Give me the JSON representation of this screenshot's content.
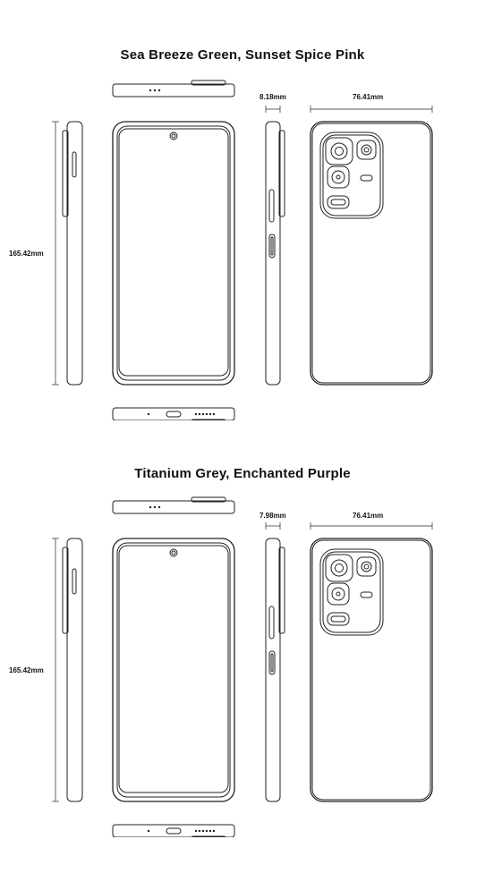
{
  "sections": [
    {
      "title": "Sea Breeze Green, Sunset Spice Pink",
      "thickness": "8.18mm",
      "width": "76.41mm",
      "height": "165.42mm"
    },
    {
      "title": "Titanium Grey, Enchanted Purple",
      "thickness": "7.98mm",
      "width": "76.41mm",
      "height": "165.42mm"
    }
  ]
}
